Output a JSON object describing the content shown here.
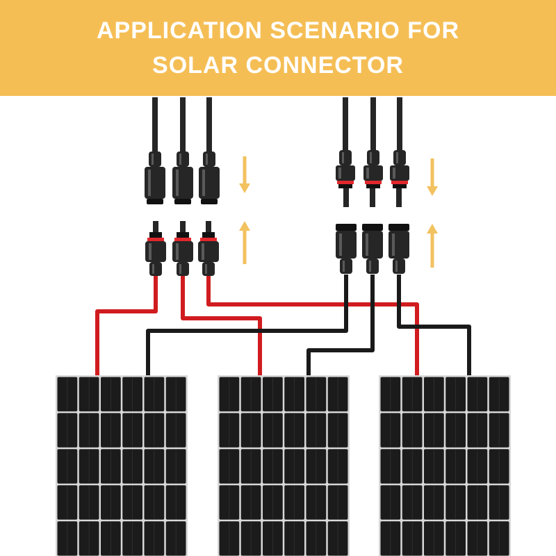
{
  "header": {
    "title_line_1": "APPLICATION SCENARIO FOR",
    "title_line_2": "SOLAR CONNECTOR"
  },
  "colors": {
    "banner": "#F5BE55",
    "title_text": "#FFFFFF",
    "positive_wire": "#D01C1F",
    "negative_wire": "#1A1A1A",
    "connector_body": "#262626",
    "connector_highlight": "#5A5A5A",
    "connector_ring": "#E1282D",
    "arrow": "#F2C260",
    "panel_frame": "#D8D8D8",
    "panel_cell": "#1B1B1B",
    "background": "#FFFFFF"
  },
  "diagram": {
    "panel_count": 3,
    "panel_cell_grid": {
      "columns": 6,
      "rows": 5
    },
    "connector_groups": [
      {
        "name": "left-group",
        "plug_count": 3,
        "arrow_direction": "together"
      },
      {
        "name": "right-group",
        "plug_count": 3,
        "arrow_direction": "together"
      }
    ]
  },
  "icons": {
    "connector": "mc4-connector-icon",
    "arrow_down": "arrow-down-icon",
    "arrow_up": "arrow-up-icon",
    "solar_panel": "solar-panel-icon"
  }
}
